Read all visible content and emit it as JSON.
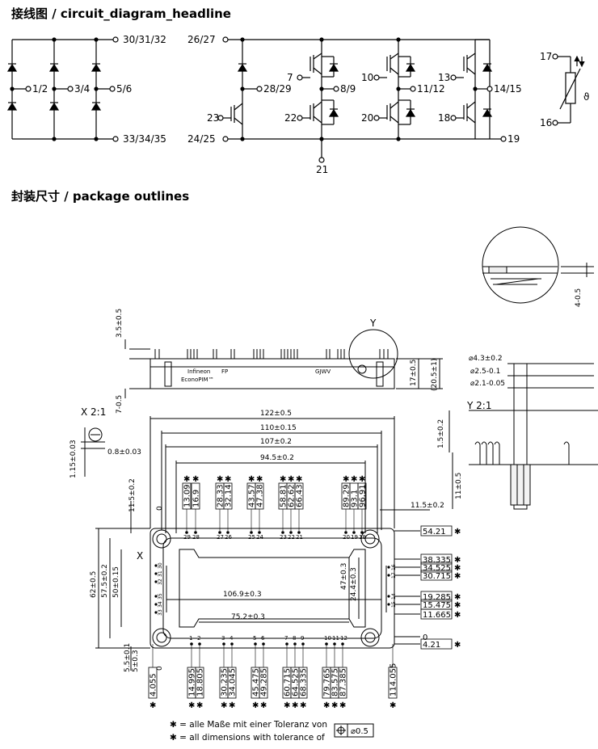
{
  "headings": {
    "circuit": "接线图 / circuit_diagram_headline",
    "package": "封装尺寸 / package outlines"
  },
  "circuit_labels": {
    "rect_ac": [
      "1/2",
      "3/4",
      "5/6"
    ],
    "rect_dc_pos": "30/31/32",
    "rect_dc_neg": "33/34/35",
    "dc_pos": "26/27",
    "dc_neg": "24/25",
    "brake_mid": "28/29",
    "brake_gate": "23",
    "inv_outputs": [
      "8/9",
      "11/12",
      "14/15"
    ],
    "upper_gates": [
      "7",
      "10",
      "13"
    ],
    "lower_gates": [
      "22",
      "20",
      "18"
    ],
    "shunt": "21",
    "emitter": "19",
    "ntc_pins": [
      "17",
      "16"
    ],
    "ntc_symbol": "ϑ"
  },
  "top_view": {
    "dims": [
      "3.5±0.5",
      "7-0.5",
      "17±0.5",
      "(20.5±1)"
    ],
    "marking": [
      "Infineon",
      "FP",
      "GJWV",
      "EconoPIM™"
    ]
  },
  "detail_y_top": {
    "dim": "4-0.5"
  },
  "detail_x": {
    "title": "X 2:1",
    "dims": [
      "1.15±0.03",
      "0.8±0.03"
    ]
  },
  "detail_y": {
    "title": "Y 2:1",
    "label": "Y",
    "dims": [
      "⌀4.3±0.2",
      "⌀2.5-0.1",
      "⌀2.1-0.05",
      "1.5±0.2",
      "11±0.5"
    ]
  },
  "main_view": {
    "dims_horizontal": [
      "122±0.5",
      "110±0.15",
      "107±0.2",
      "94.5±0.2",
      "11.5±0.2",
      "106.9±0.3",
      "75.2±0.3"
    ],
    "dims_left": [
      "11.5±0.2",
      "62±0.5",
      "57.5±0.2",
      "50±0.15",
      "5.5±0.1",
      "5±0.3"
    ],
    "dims_inner_vertical": [
      "47±0.3",
      "24.4±0.3"
    ],
    "zero": "0",
    "x_label": "X",
    "top_pin_positions": [
      "13.09",
      "16.9",
      "28.33",
      "32.14",
      "43.57",
      "47.38",
      "58.81",
      "62.62",
      "66.43",
      "89.29",
      "93.1",
      "96.91"
    ],
    "top_pin_numbers": [
      "29",
      "28",
      "27",
      "26",
      "25",
      "24",
      "23",
      "22",
      "21",
      "20",
      "19",
      "18"
    ],
    "bottom_pin_positions": [
      "4.055",
      "14.995",
      "18.805",
      "30.235",
      "34.045",
      "45.475",
      "49.285",
      "60.715",
      "64.525",
      "68.335",
      "79.765",
      "83.575",
      "87.385",
      "114.055"
    ],
    "bottom_pin_numbers": [
      "1",
      "2",
      "3",
      "4",
      "5",
      "6",
      "7",
      "8",
      "9",
      "10",
      "11",
      "12"
    ],
    "right_dims": [
      "54.21",
      "38.335",
      "34.525",
      "30.715",
      "19.285",
      "15.475",
      "11.665",
      "0",
      "4.21"
    ],
    "left_pin_numbers": [
      "30",
      "31",
      "32",
      "35",
      "34",
      "33"
    ],
    "right_pin_numbers": [
      "16",
      "17",
      "14",
      "15"
    ]
  },
  "footnote": {
    "star": "✱",
    "de": "= alle Maße mit einer Toleranz von",
    "en": "= all dimensions with tolerance of",
    "tolerance": "⌀0.5"
  }
}
